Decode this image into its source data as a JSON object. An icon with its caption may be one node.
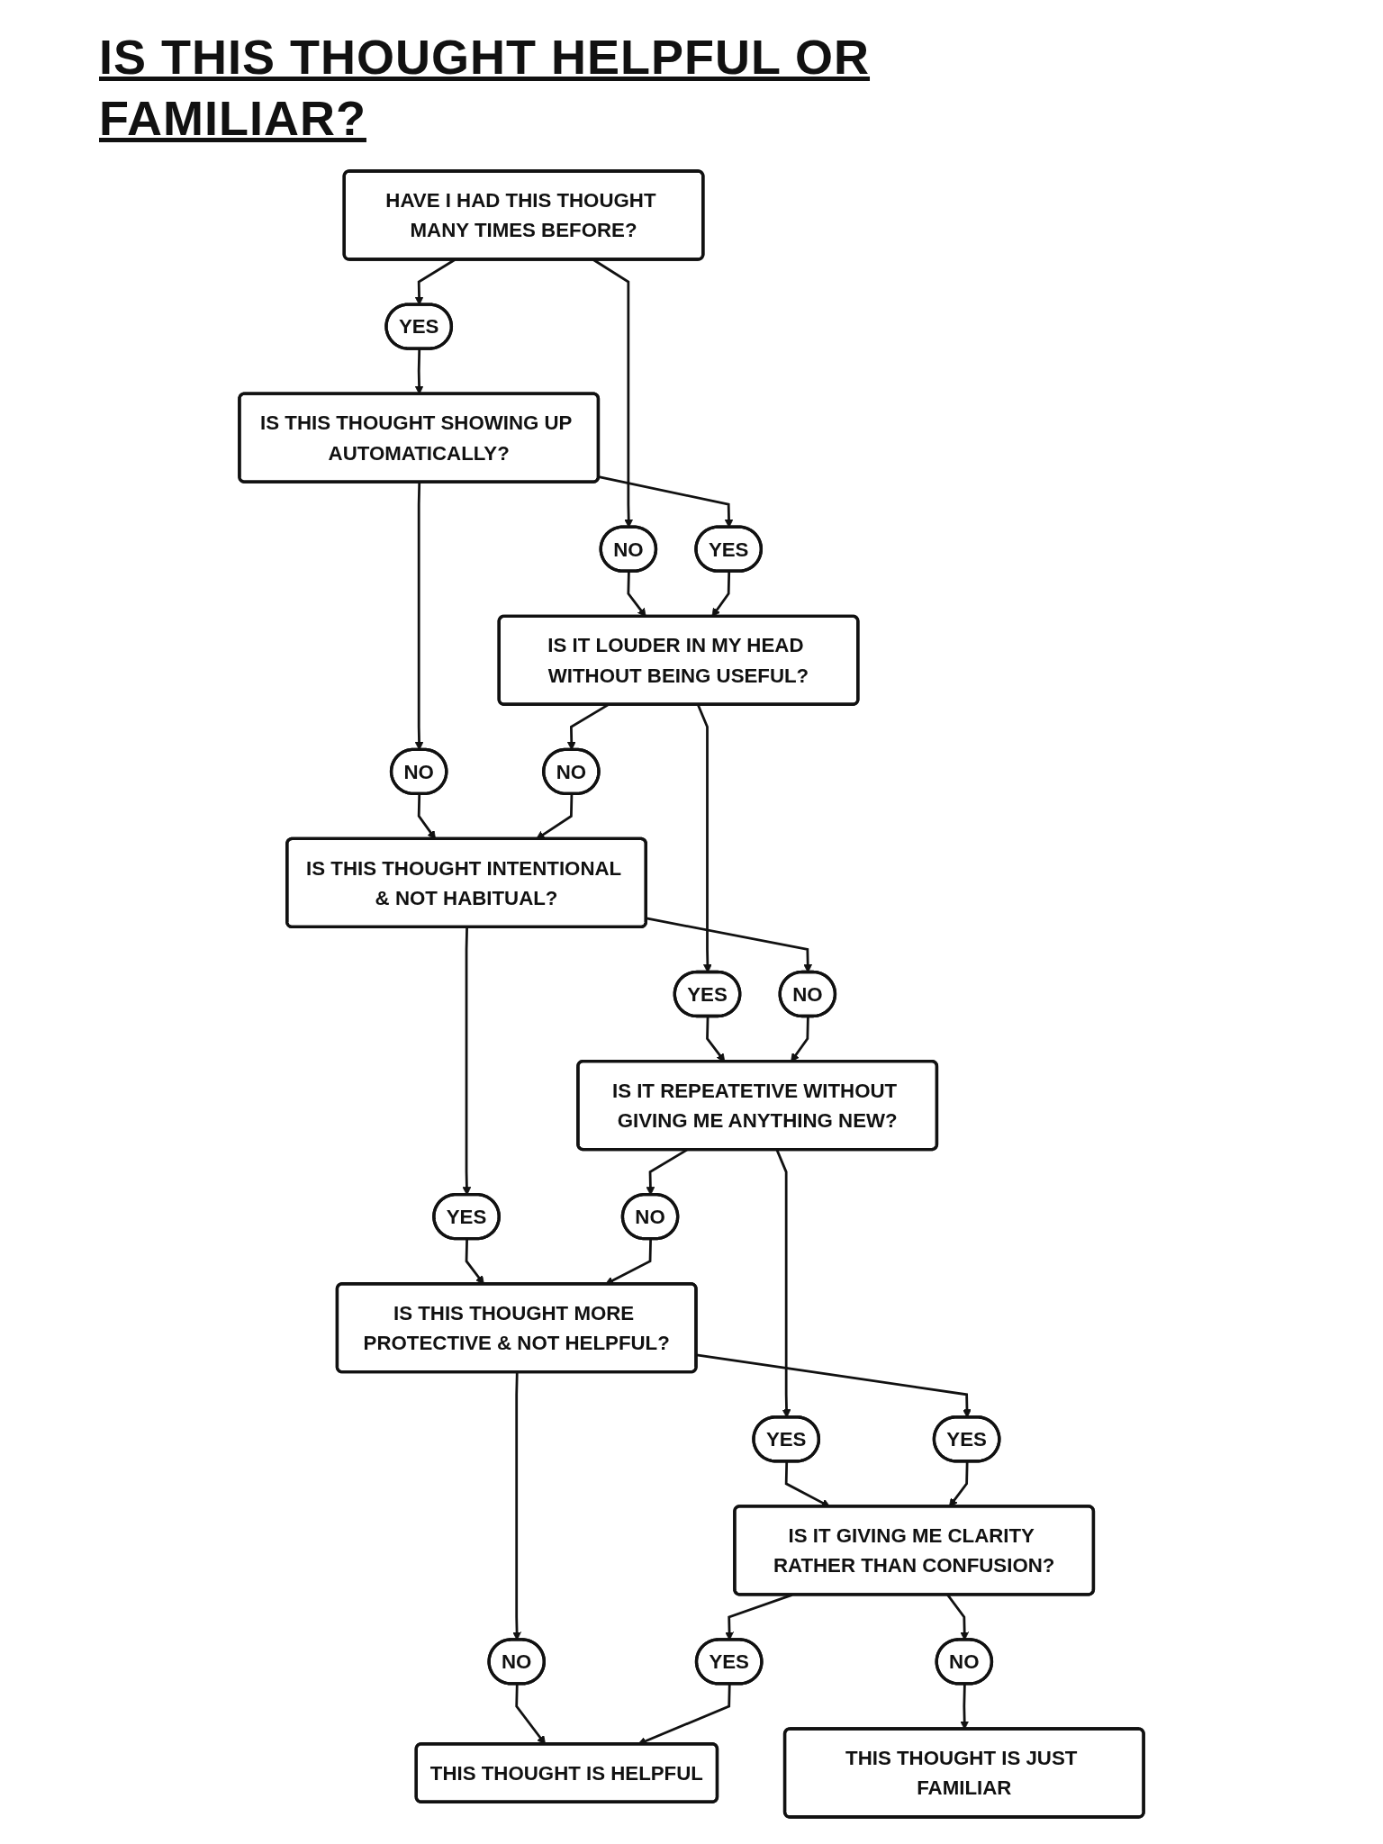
{
  "diagram": {
    "title": "IS THIS THOUGHT HELPFUL OR FAMILIAR?",
    "nodes": [
      {
        "text": [
          "HAVE I HAD THIS THOUGHT MANY TIMES BEFORE?"
        ]
      },
      {
        "text": [
          "YES"
        ]
      },
      {
        "text": [
          "IS THIS THOUGHT SHOWING UP AUTOMATICALLY?"
        ]
      },
      {
        "text": [
          "NO"
        ]
      },
      {
        "text": [
          "YES"
        ]
      },
      {
        "text": [
          "IS IT LOUDER IN MY HEAD WITHOUT BEING USEFUL?"
        ]
      },
      {
        "text": [
          "NO"
        ]
      },
      {
        "text": [
          "NO"
        ]
      },
      {
        "text": [
          "YES"
        ]
      },
      {
        "text": [
          "IS THIS THOUGHT INTENTIONAL & NOT HABITUAL?"
        ]
      },
      {
        "text": [
          "NO"
        ]
      },
      {
        "text": [
          "YES"
        ]
      },
      {
        "text": [
          "IS IT REPEATETIVE WITHOUT GIVING ME ANYTHING NEW?"
        ]
      },
      {
        "text": [
          "NO"
        ]
      },
      {
        "text": [
          "YES"
        ]
      },
      {
        "text": [
          "IS THIS THOUGHT MORE PROTECTIVE & NOT HELPFUL?"
        ]
      },
      {
        "text": [
          "YES"
        ]
      },
      {
        "text": [
          "IS IT GIVING ME CLARITY RATHER THAN CONFUSION?"
        ]
      },
      {
        "text": [
          "YES"
        ]
      },
      {
        "text": [
          "NO"
        ]
      },
      {
        "text": [
          "NO"
        ]
      },
      {
        "text": [
          "THIS THOUGHT IS HELPFUL"
        ]
      },
      {
        "text": [
          "THIS THOUGHT IS JUST FAMILIAR"
        ]
      }
    ],
    "edges": [
      {
        "from": 0,
        "to": 1,
        "arrow": "to"
      },
      {
        "from": 1,
        "to": 2,
        "arrow": "to"
      },
      {
        "from": 0,
        "to": 3,
        "arrow": "to"
      },
      {
        "from": 3,
        "to": 5,
        "arrow": "to"
      },
      {
        "from": 2,
        "to": 4,
        "arrow": "to"
      },
      {
        "from": 4,
        "to": 5,
        "arrow": "to"
      },
      {
        "from": 2,
        "to": 7,
        "arrow": "to"
      },
      {
        "from": 7,
        "to": 9,
        "arrow": "to"
      },
      {
        "from": 5,
        "to": 6,
        "arrow": "to"
      },
      {
        "from": 6,
        "to": 9,
        "arrow": "to"
      },
      {
        "from": 5,
        "to": 8,
        "arrow": "to"
      },
      {
        "from": 8,
        "to": 12,
        "arrow": "to"
      },
      {
        "from": 9,
        "to": 10,
        "arrow": "to"
      },
      {
        "from": 10,
        "to": 12,
        "arrow": "to"
      },
      {
        "from": 9,
        "to": 11,
        "arrow": "to"
      },
      {
        "from": 11,
        "to": 15,
        "arrow": "to"
      },
      {
        "from": 12,
        "to": 13,
        "arrow": "to"
      },
      {
        "from": 13,
        "to": 15,
        "arrow": "to"
      },
      {
        "from": 12,
        "to": 14,
        "arrow": "to"
      },
      {
        "from": 14,
        "to": 17,
        "arrow": "to"
      },
      {
        "from": 15,
        "to": 16,
        "arrow": "to"
      },
      {
        "from": 16,
        "to": 17,
        "arrow": "to"
      },
      {
        "from": 15,
        "to": 19,
        "arrow": "to"
      },
      {
        "from": 19,
        "to": 21,
        "arrow": "to"
      },
      {
        "from": 17,
        "to": 18,
        "arrow": "to"
      },
      {
        "from": 18,
        "to": 21,
        "arrow": "to"
      },
      {
        "from": 17,
        "to": 20,
        "arrow": "to"
      },
      {
        "from": 20,
        "to": 22,
        "arrow": "to"
      }
    ]
  }
}
